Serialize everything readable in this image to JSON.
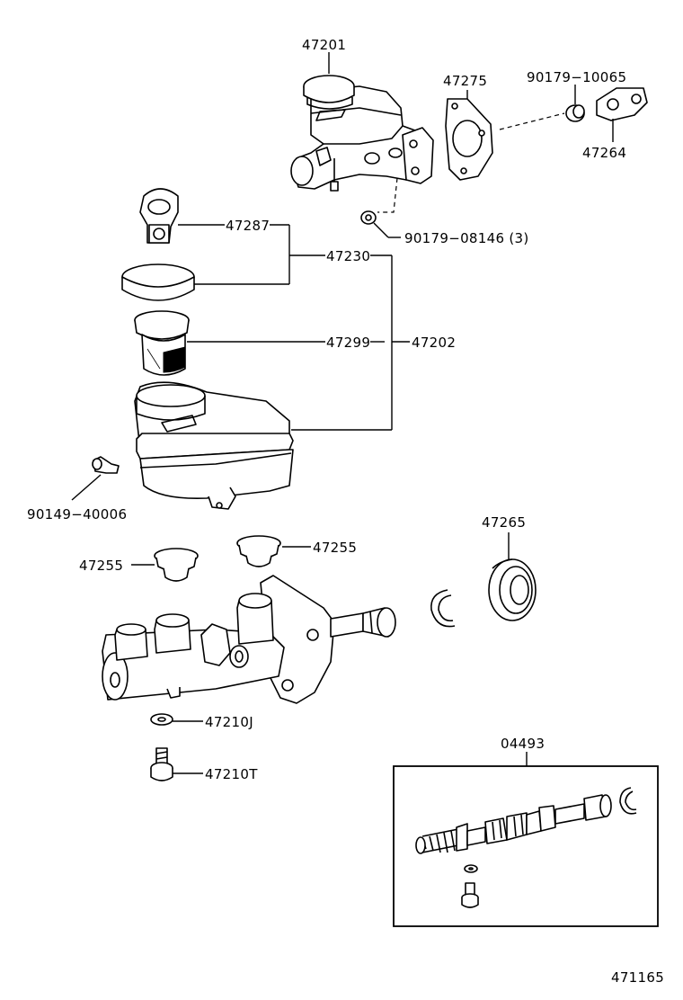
{
  "parts": {
    "p47201": "47201",
    "p47275": "47275",
    "p90179_10065": "90179−10065",
    "p47264": "47264",
    "p47287": "47287",
    "p90179_08146": "90179−08146 (3)",
    "p47230": "47230",
    "p47299": "47299",
    "p47202": "47202",
    "p90149_40006": "90149−40006",
    "p47265": "47265",
    "p47255_left": "47255",
    "p47255_right": "47255",
    "p47210J": "47210J",
    "p47210T": "47210T",
    "p04493": "04493"
  },
  "figure_number": "471165"
}
